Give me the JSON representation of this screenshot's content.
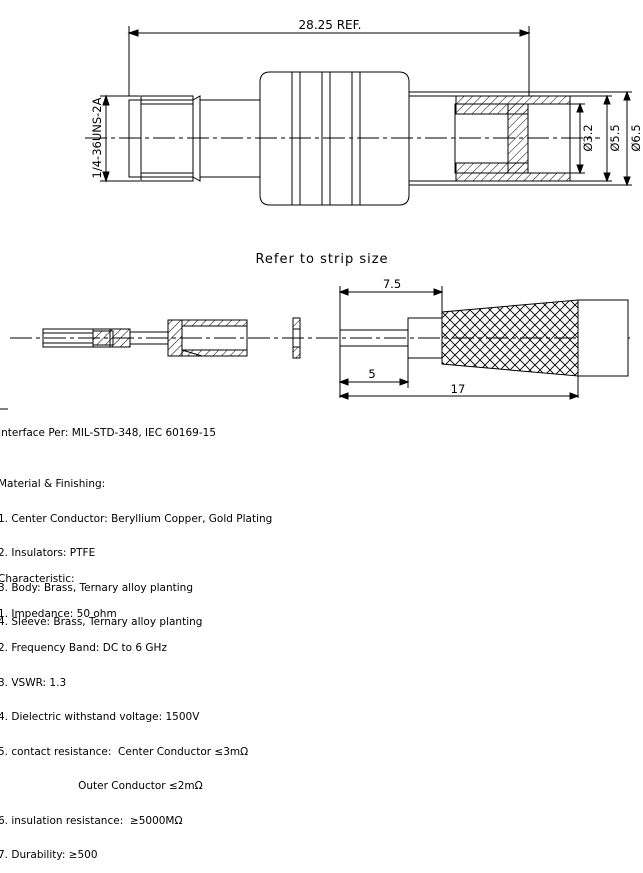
{
  "top_view": {
    "dim_length": "28.25 REF.",
    "thread": "1/4-36UNS-2A",
    "dia_inner": "Ø3.2",
    "dia_mid": "Ø5.5",
    "dia_outer": "Ø6.5"
  },
  "strip": {
    "title": "Refer to strip size",
    "dim_a": "7.5",
    "dim_b": "5",
    "dim_c": "17"
  },
  "specs": {
    "interface": "Interface Per: MIL-STD-348, IEC 60169-15",
    "material_title": "Material & Finishing:",
    "material": [
      "1. Center Conductor: Beryllium Copper, Gold Plating",
      "2. Insulators: PTFE",
      "3. Body: Brass, Ternary alloy planting",
      "4. Sleeve: Brass, Ternary alloy planting"
    ],
    "char_title": "Characteristic:",
    "characteristics": [
      "1. Impedance: 50 ohm",
      "2. Frequency Band: DC to 6 GHz",
      "3. VSWR: 1.3",
      "4. Dielectric withstand voltage: 1500V",
      "5. contact resistance:  Center Conductor ≤3mΩ",
      "                        Outer Conductor ≤2mΩ",
      "6. insulation resistance:  ≥5000MΩ",
      "7. Durability: ≥500"
    ]
  }
}
